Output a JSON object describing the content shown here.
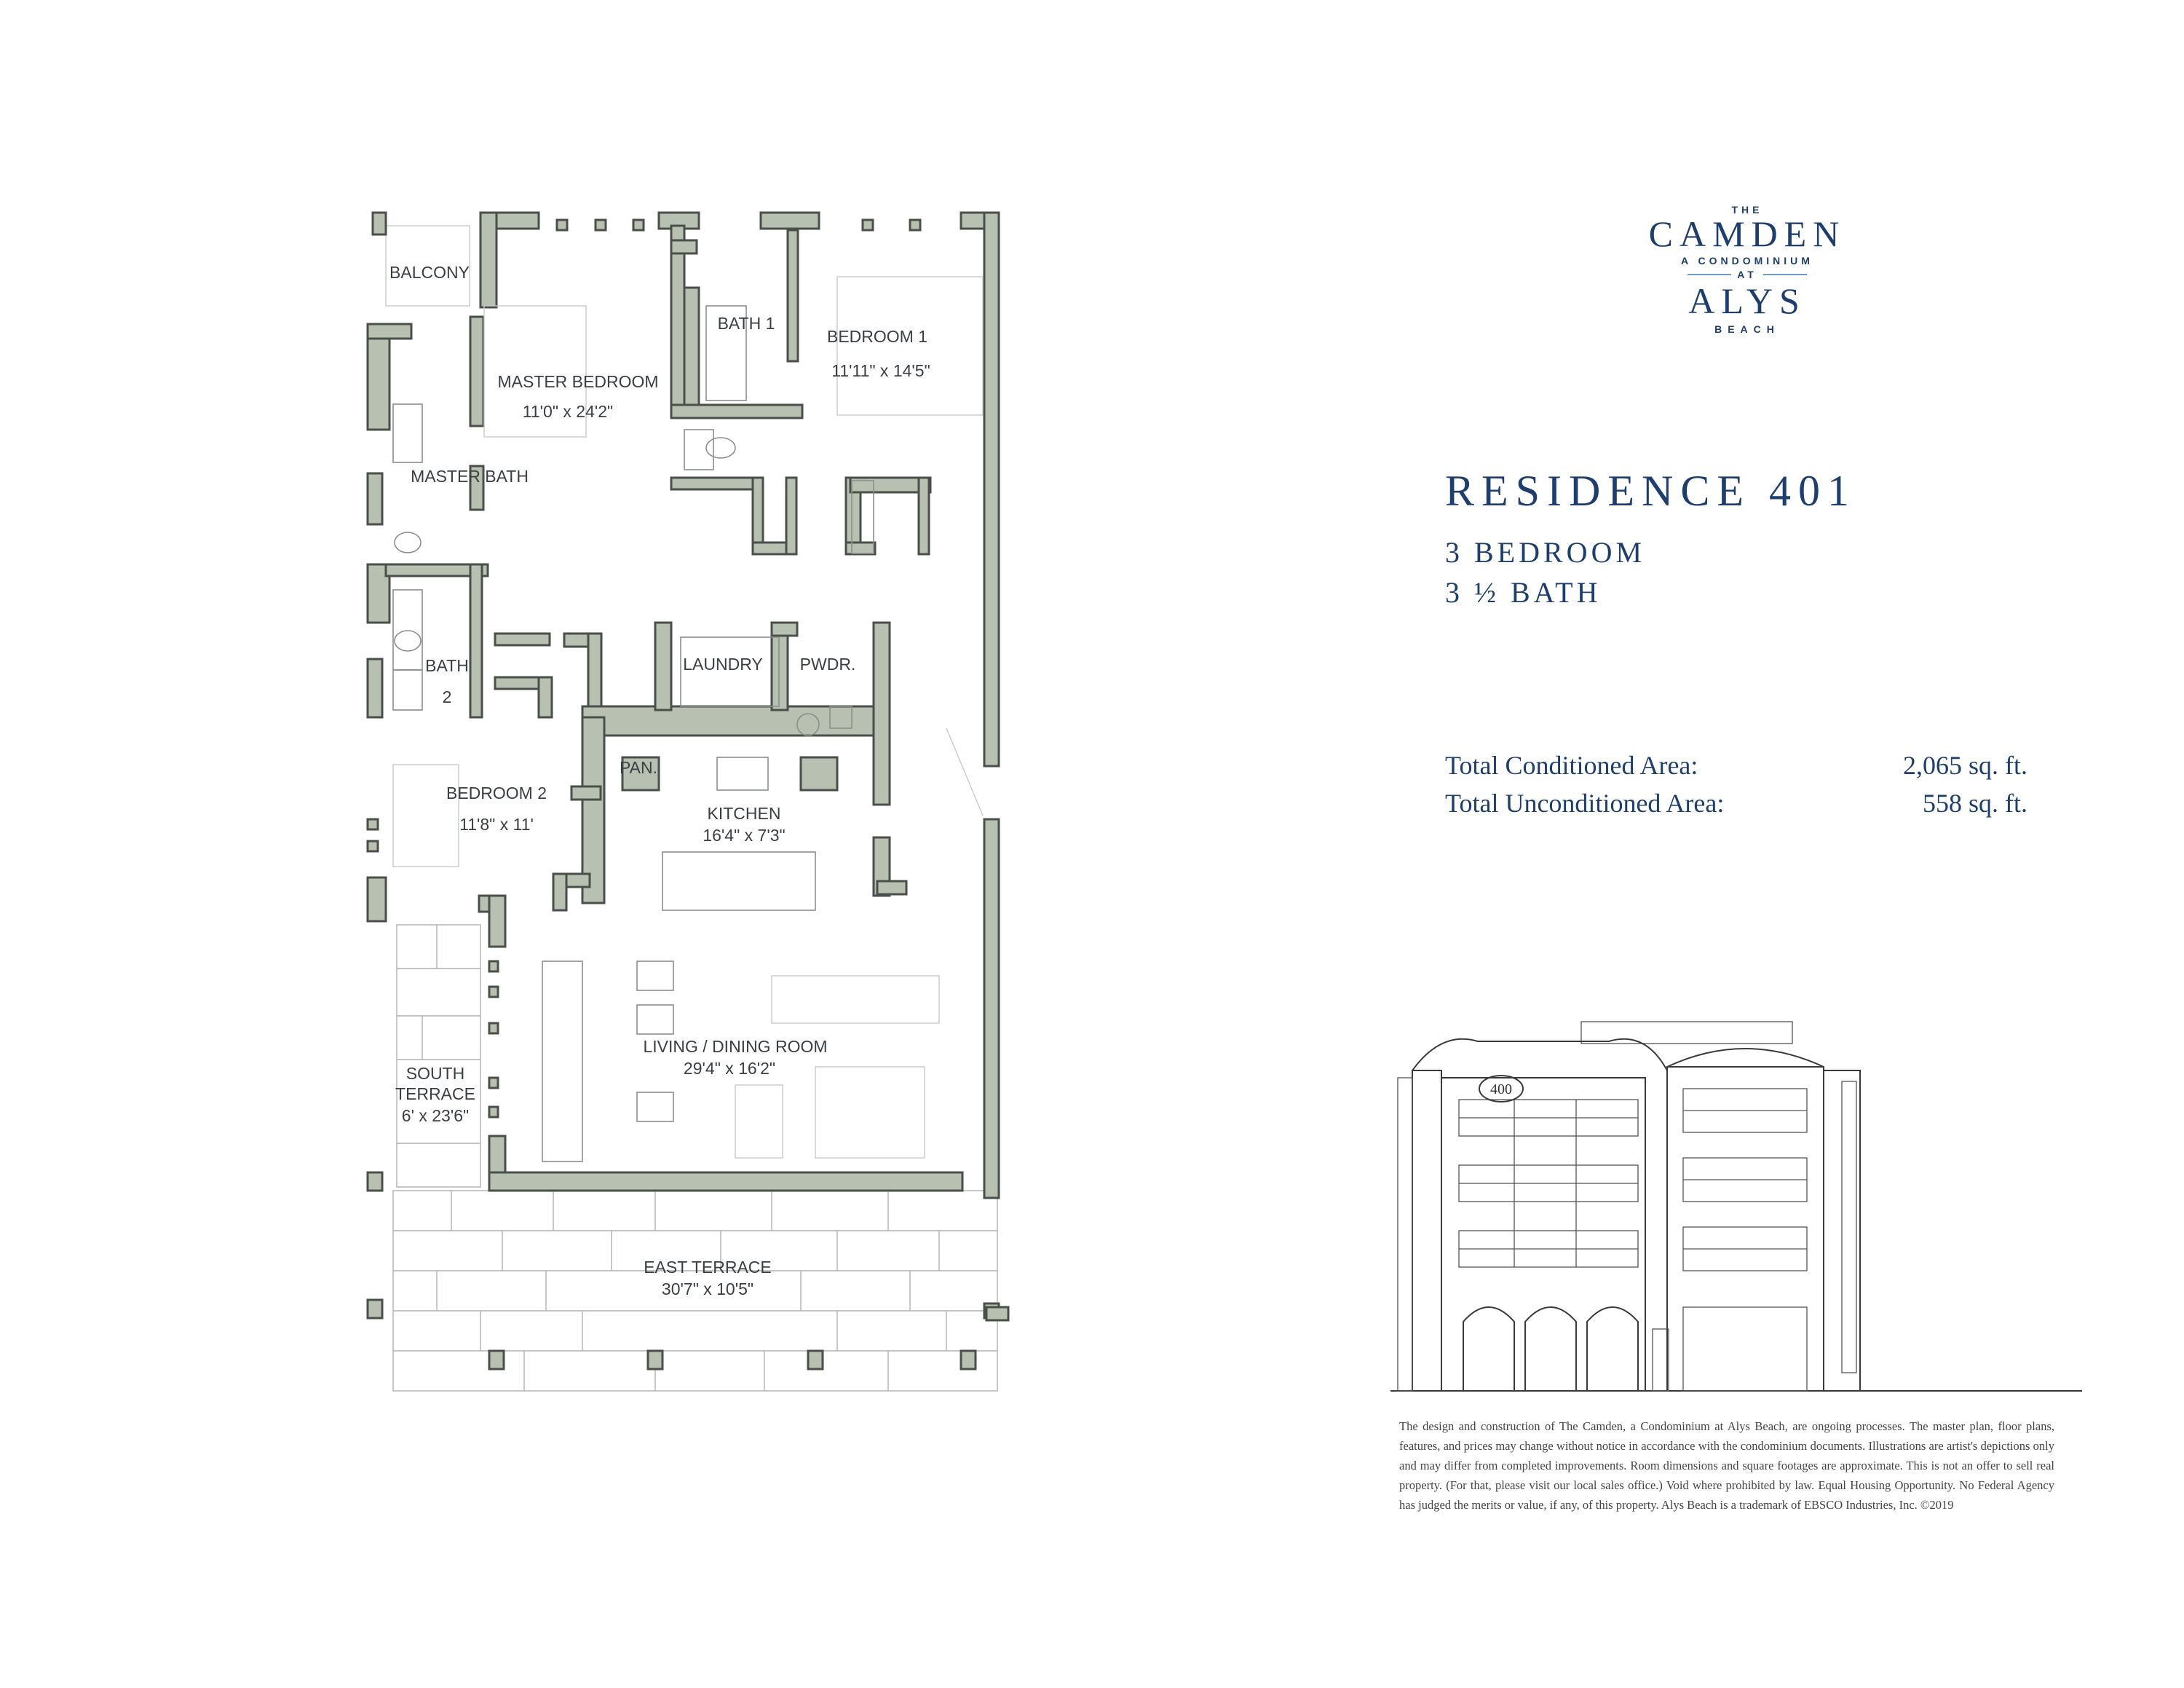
{
  "floor_plan": {
    "rooms": {
      "balcony": "BALCONY",
      "bath1": "BATH 1",
      "bedroom1": "BEDROOM 1",
      "bedroom1_dim": "11'11\" x 14'5\"",
      "master_bedroom": "MASTER BEDROOM",
      "master_bedroom_dim": "11'0\" x 24'2\"",
      "master_bath": "MASTER BATH",
      "bath2_a": "BATH",
      "bath2_b": "2",
      "laundry": "LAUNDRY",
      "powder": "PWDR.",
      "pantry": "PAN.",
      "bedroom2": "BEDROOM 2",
      "bedroom2_dim": "11'8\" x 11'",
      "kitchen": "KITCHEN",
      "kitchen_dim": "16'4\" x 7'3\"",
      "living": "LIVING / DINING ROOM",
      "living_dim": "29'4\" x 16'2\"",
      "south_terrace_a": "SOUTH",
      "south_terrace_b": "TERRACE",
      "south_terrace_dim": "6' x 23'6\"",
      "east_terrace": "EAST TERRACE",
      "east_terrace_dim": "30'7\" x 10'5\""
    }
  },
  "logo": {
    "the": "THE",
    "name": "CAMDEN",
    "sub": "A CONDOMINIUM",
    "at": "AT",
    "place": "ALYS",
    "place_sub": "BEACH"
  },
  "residence": {
    "title": "RESIDENCE 401",
    "bedrooms": "3 BEDROOM",
    "baths": "3 ½ BATH"
  },
  "areas": [
    {
      "label": "Total Conditioned Area:",
      "value": "2,065 sq. ft."
    },
    {
      "label": "Total Unconditioned Area:",
      "value": "558 sq. ft."
    }
  ],
  "elevation": {
    "unit_number": "400"
  },
  "disclaimer": "The design and construction of The Camden, a Condominium at Alys Beach, are ongoing processes. The master plan, floor plans, features, and prices may change without notice in accordance with the condominium documents. Illustrations are artist's depictions only and may differ from completed improvements. Room dimensions and square footages are approximate. This is not an offer to sell real property. (For that, please visit our local sales office.) Void where prohibited by law. Equal Housing Opportunity. No Federal Agency has judged the merits or value, if any, of this property. Alys Beach is a trademark of EBSCO Industries, Inc. ©2019"
}
